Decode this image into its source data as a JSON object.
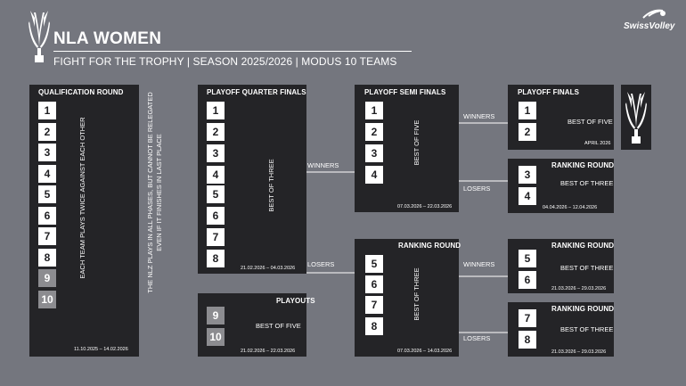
{
  "header": {
    "title": "NLA WOMEN",
    "subtitle": "FIGHT FOR THE TROPHY | SEASON 2025/2026 | MODUS 10 TEAMS",
    "brand": "SwissVolley"
  },
  "qualification": {
    "title": "QUALIFICATION ROUND",
    "teams": [
      "1",
      "2",
      "3",
      "4",
      "5",
      "6",
      "7",
      "8",
      "9",
      "10"
    ],
    "note": "EACH TEAM PLAYS TWICE AGAINST EACH OTHER",
    "dates": "11.10.2025 – 14.02.2026"
  },
  "nlz_note": {
    "line1": "THE NLZ PLAYS IN ALL PHASES, BUT CANNOT BE RELEGATED",
    "line2": "EVEN IF IT FINISHES IN LAST PLACE"
  },
  "quarter": {
    "title": "PLAYOFF QUARTER FINALS",
    "teams": [
      "1",
      "2",
      "3",
      "4",
      "5",
      "6",
      "7",
      "8"
    ],
    "format": "BEST OF THREE",
    "dates": "21.02.2026 – 04.03.2026"
  },
  "playouts": {
    "title": "PLAYOUTS",
    "teams": [
      "9",
      "10"
    ],
    "format": "BEST OF FIVE",
    "dates": "21.02.2026 – 22.03.2026"
  },
  "semi": {
    "title": "PLAYOFF SEMI FINALS",
    "teams": [
      "1",
      "2",
      "3",
      "4"
    ],
    "format": "BEST OF FIVE",
    "dates": "07.03.2026 – 22.03.2026"
  },
  "ranking58": {
    "title": "RANKING ROUND",
    "teams": [
      "5",
      "6",
      "7",
      "8"
    ],
    "format": "BEST OF THREE",
    "dates": "07.03.2026 – 14.03.2026"
  },
  "final": {
    "title": "PLAYOFF FINALS",
    "teams": [
      "1",
      "2"
    ],
    "format": "BEST OF FIVE",
    "dates": "APRIL 2026"
  },
  "ranking34": {
    "title": "RANKING ROUND",
    "teams": [
      "3",
      "4"
    ],
    "format": "BEST OF THREE",
    "dates": "04.04.2026 – 12.04.2026"
  },
  "ranking56": {
    "title": "RANKING ROUND",
    "teams": [
      "5",
      "6"
    ],
    "format": "BEST OF THREE",
    "dates": "21.03.2026 – 29.03.2026"
  },
  "ranking78": {
    "title": "RANKING ROUND",
    "teams": [
      "7",
      "8"
    ],
    "format": "BEST OF THREE",
    "dates": "21.03.2026 – 29.03.2026"
  },
  "connectors": {
    "winners": "WINNERS",
    "losers": "LOSERS"
  },
  "colors": {
    "background": "#74767e",
    "panel": "#242427",
    "box": "#ffffff",
    "box_out": "#8c8c90"
  }
}
